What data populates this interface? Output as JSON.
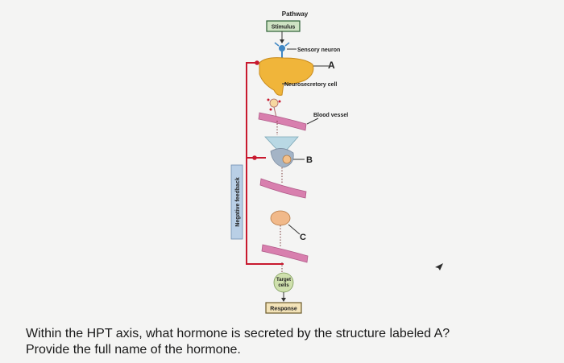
{
  "diagram": {
    "title": "Pathway",
    "stimulus": "Stimulus",
    "sensory_neuron": "Sensory neuron",
    "label_a": "A",
    "neurosecretory_cell": "Neurosecretory cell",
    "blood_vessel": "Blood vessel",
    "label_b": "B",
    "label_c": "C",
    "negative_feedback": "Negative feedback",
    "target_cells": [
      "Target",
      "cells"
    ],
    "response": "Response",
    "colors": {
      "stimulus_box": "#cfe3c4",
      "neuron": "#3f87c4",
      "gland": "#f0b53a",
      "vessel": "#d87fae",
      "feedback": "#c8192e",
      "target_cells": "#cfe0ad",
      "response_box": "#f3e3b8"
    }
  },
  "question": {
    "line1": "Within the HPT axis, what hormone is secreted by the structure labeled A?",
    "line2": "Provide the full name of the hormone."
  }
}
